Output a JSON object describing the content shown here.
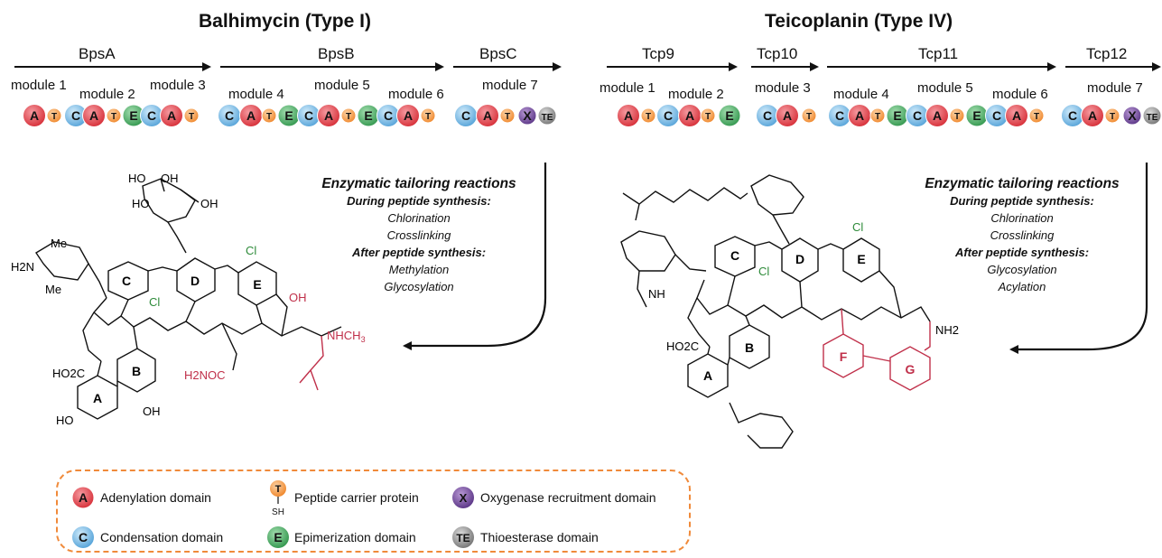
{
  "left": {
    "title": "Balhimycin (Type I)",
    "genes": [
      "BpsA",
      "BpsB",
      "BpsC"
    ],
    "modules": [
      "module 1",
      "module 2",
      "module 3",
      "module 4",
      "module 5",
      "module 6",
      "module 7"
    ],
    "tailoring": {
      "heading": "Enzymatic tailoring reactions",
      "during_label": "During peptide synthesis:",
      "during": [
        "Chlorination",
        "Crosslinking"
      ],
      "after_label": "After peptide synthesis:",
      "after": [
        "Methylation",
        "Glycosylation"
      ]
    },
    "structure_labels": {
      "ring_a": "A",
      "ring_b": "B",
      "ring_c": "C",
      "ring_d": "D",
      "ring_e": "E",
      "cl1": "Cl",
      "cl2": "Cl",
      "oh_red": "OH",
      "nhch3": "NHCH",
      "ch3_sub": "3",
      "h2noc": "H2NOC",
      "me1": "Me",
      "me2": "Me",
      "h2n": "H2N",
      "ho2c": "HO2C",
      "ho1": "HO",
      "oh1": "OH",
      "oh2": "OH",
      "oh3": "OH",
      "ho2": "HO",
      "ho3": "HO"
    }
  },
  "right": {
    "title": "Teicoplanin (Type IV)",
    "genes": [
      "Tcp9",
      "Tcp10",
      "Tcp11",
      "Tcp12"
    ],
    "modules": [
      "module 1",
      "module 2",
      "module 3",
      "module 4",
      "module 5",
      "module 6",
      "module 7"
    ],
    "tailoring": {
      "heading": "Enzymatic tailoring reactions",
      "during_label": "During peptide synthesis:",
      "during": [
        "Chlorination",
        "Crosslinking"
      ],
      "after_label": "After peptide synthesis:",
      "after": [
        "Glycosylation",
        "Acylation"
      ]
    },
    "structure_labels": {
      "ring_a": "A",
      "ring_b": "B",
      "ring_c": "C",
      "ring_d": "D",
      "ring_e": "E",
      "ring_f": "F",
      "ring_g": "G",
      "cl1": "Cl",
      "cl2": "Cl",
      "nh2": "NH2",
      "ho2c": "HO2C",
      "nh": "NH"
    }
  },
  "legend": {
    "adenylation": "Adenylation domain",
    "condensation": "Condensation domain",
    "pcp": "Peptide carrier protein",
    "epimerization": "Epimerization domain",
    "oxygenase": "Oxygenase recruitment domain",
    "thioesterase": "Thioesterase domain",
    "sh": "SH"
  },
  "domain_letters": {
    "A": "A",
    "T": "T",
    "C": "C",
    "E": "E",
    "X": "X",
    "TE": "TE"
  },
  "colors": {
    "adenylation": "#e5474e",
    "condensation": "#6cb4e4",
    "pcp": "#f6a352",
    "epimerization": "#4fb36a",
    "oxygenase": "#7c4fa3",
    "thioesterase": "#8e8e8e",
    "legend_border": "#f08a3a",
    "tailoring_red": "#c0304a",
    "chlorine_green": "#2e8b3a"
  }
}
